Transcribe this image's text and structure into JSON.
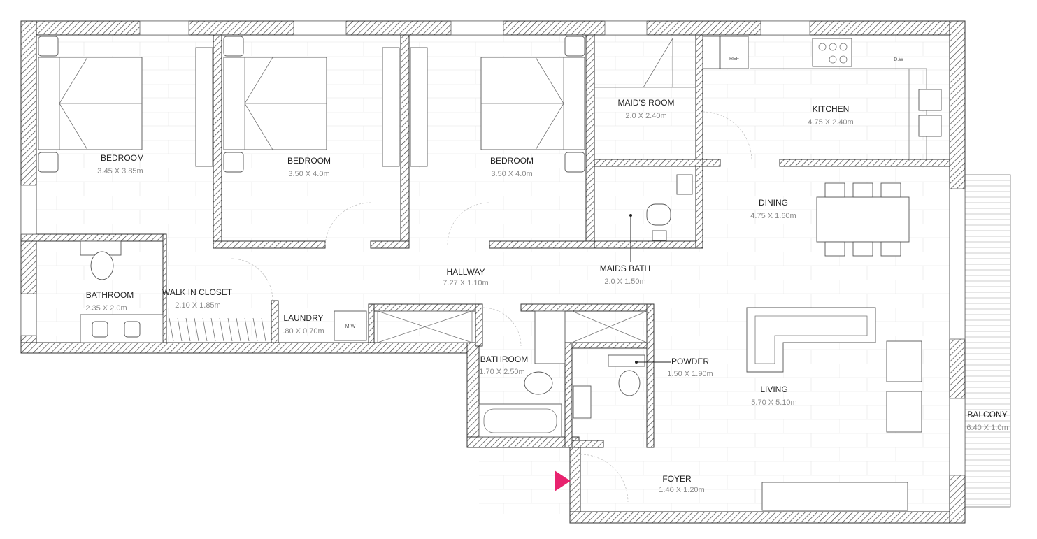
{
  "rooms": [
    {
      "name": "BEDROOM",
      "size": "3.45  X  3.85m"
    },
    {
      "name": "BEDROOM",
      "size": "3.50  X  4.0m"
    },
    {
      "name": "BEDROOM",
      "size": "3.50  X  4.0m"
    },
    {
      "name": "MAID'S ROOM",
      "size": "2.0  X  2.40m"
    },
    {
      "name": "KITCHEN",
      "size": "4.75  X  2.40m"
    },
    {
      "name": "DINING",
      "size": "4.75  X  1.60m"
    },
    {
      "name": "HALLWAY",
      "size": "7.27  X  1.10m"
    },
    {
      "name": "MAIDS BATH",
      "size": "2.0  X  1.50m"
    },
    {
      "name": "BATHROOM",
      "size": "2.35  X  2.0m"
    },
    {
      "name": "WALK IN CLOSET",
      "size": "2.10  X  1.85m"
    },
    {
      "name": "LAUNDRY",
      "size": ".80  X  0.70m"
    },
    {
      "name": "BATHROOM",
      "size": "1.70  X  2.50m"
    },
    {
      "name": "POWDER",
      "size": "1.50  X  1.90m"
    },
    {
      "name": "LIVING",
      "size": "5.70  X  5.10m"
    },
    {
      "name": "BALCONY",
      "size": "6.40  X  1.0m"
    },
    {
      "name": "FOYER",
      "size": "1.40  X  1.20m"
    }
  ],
  "appliances": {
    "microwave": "M.W",
    "dishwasher": "D.W",
    "fridge": "REF"
  },
  "colors": {
    "entry_marker": "#e8236f",
    "wall": "#333333"
  }
}
